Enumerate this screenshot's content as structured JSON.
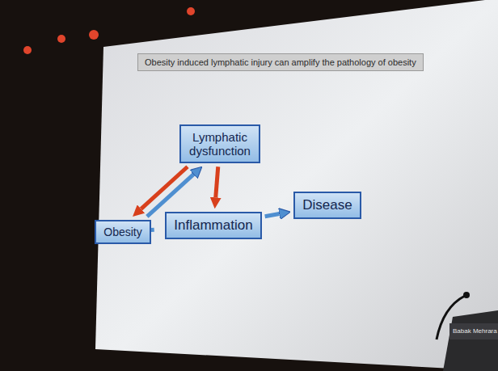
{
  "diagram": {
    "title": "Obesity induced lymphatic injury can amplify the pathology of obesity",
    "nodes": [
      {
        "text": [
          "Lymphatic dysfunction"
        ]
      },
      {
        "text": [
          "Obesity"
        ]
      },
      {
        "text": [
          "Inflammation"
        ]
      },
      {
        "text": [
          "Disease"
        ]
      }
    ],
    "edges": [
      {
        "from": 0,
        "to": 1,
        "arrow": "to"
      },
      {
        "from": 1,
        "to": 0,
        "arrow": "to"
      },
      {
        "from": 0,
        "to": 2,
        "arrow": "to"
      },
      {
        "from": 1,
        "to": 2,
        "arrow": "to"
      },
      {
        "from": 2,
        "to": 3,
        "arrow": "to"
      }
    ],
    "labels": [
      "Babak Mehrara"
    ]
  }
}
